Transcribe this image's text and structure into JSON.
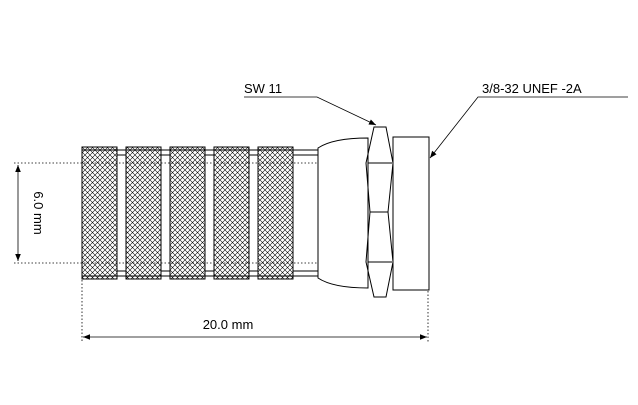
{
  "labels": {
    "wrench_size": "SW 11",
    "thread_spec": "3/8-32 UNEF -2A",
    "diameter": "6.0 mm",
    "length": "20.0 mm"
  },
  "colors": {
    "line": "#000000",
    "background": "#ffffff"
  }
}
